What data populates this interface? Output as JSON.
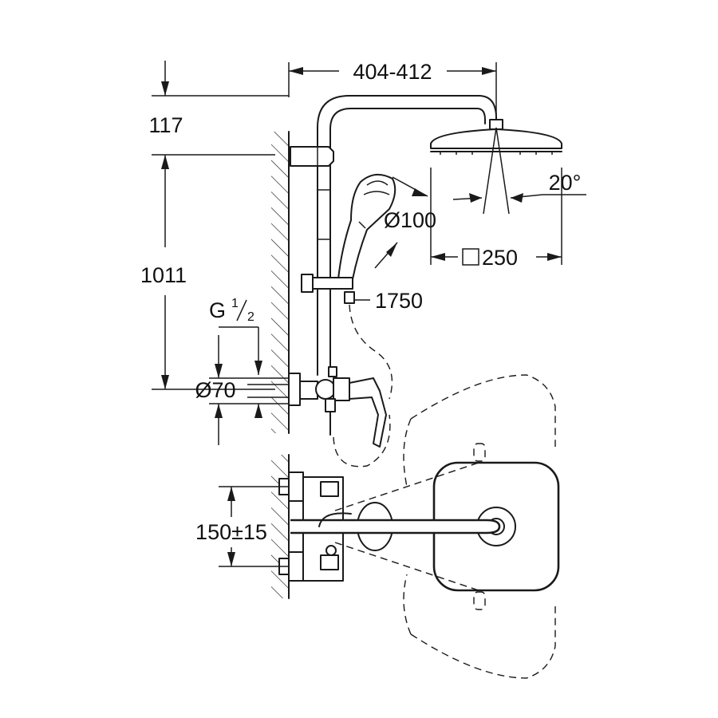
{
  "dimensions": {
    "width_span": "404-412",
    "top_offset": "117",
    "height": "1011",
    "inlet_thread_main": "G",
    "inlet_thread_num": "1",
    "inlet_thread_den": "2",
    "inlet_diameter": "Ø70",
    "hand_shower_diameter": "Ø100",
    "hose_length": "1750",
    "spray_angle": "20°",
    "head_size": "250",
    "inlet_spacing": "150±15"
  }
}
